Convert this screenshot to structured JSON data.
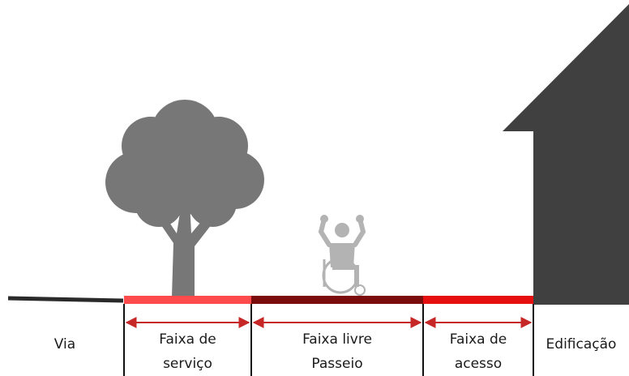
{
  "zones": {
    "via": {
      "label": "Via"
    },
    "servico": {
      "line1": "Faixa de",
      "line2": "serviço",
      "color": "#ff4b4b"
    },
    "livre": {
      "line1": "Faixa livre",
      "line2": "Passeio",
      "color": "#7a0c0c"
    },
    "acesso": {
      "line1": "Faixa de",
      "line2": "acesso",
      "color": "#e60f0f"
    },
    "edificacao": {
      "label": "Edificação"
    }
  },
  "colors": {
    "tree": "#777777",
    "building": "#404040",
    "road": "#2a2a2a",
    "arrow": "#c62828",
    "divider": "#111111",
    "wheelchair": "#b3b3b3"
  },
  "icons": [
    "tree-icon",
    "wheelchair-user-icon",
    "building-icon"
  ]
}
